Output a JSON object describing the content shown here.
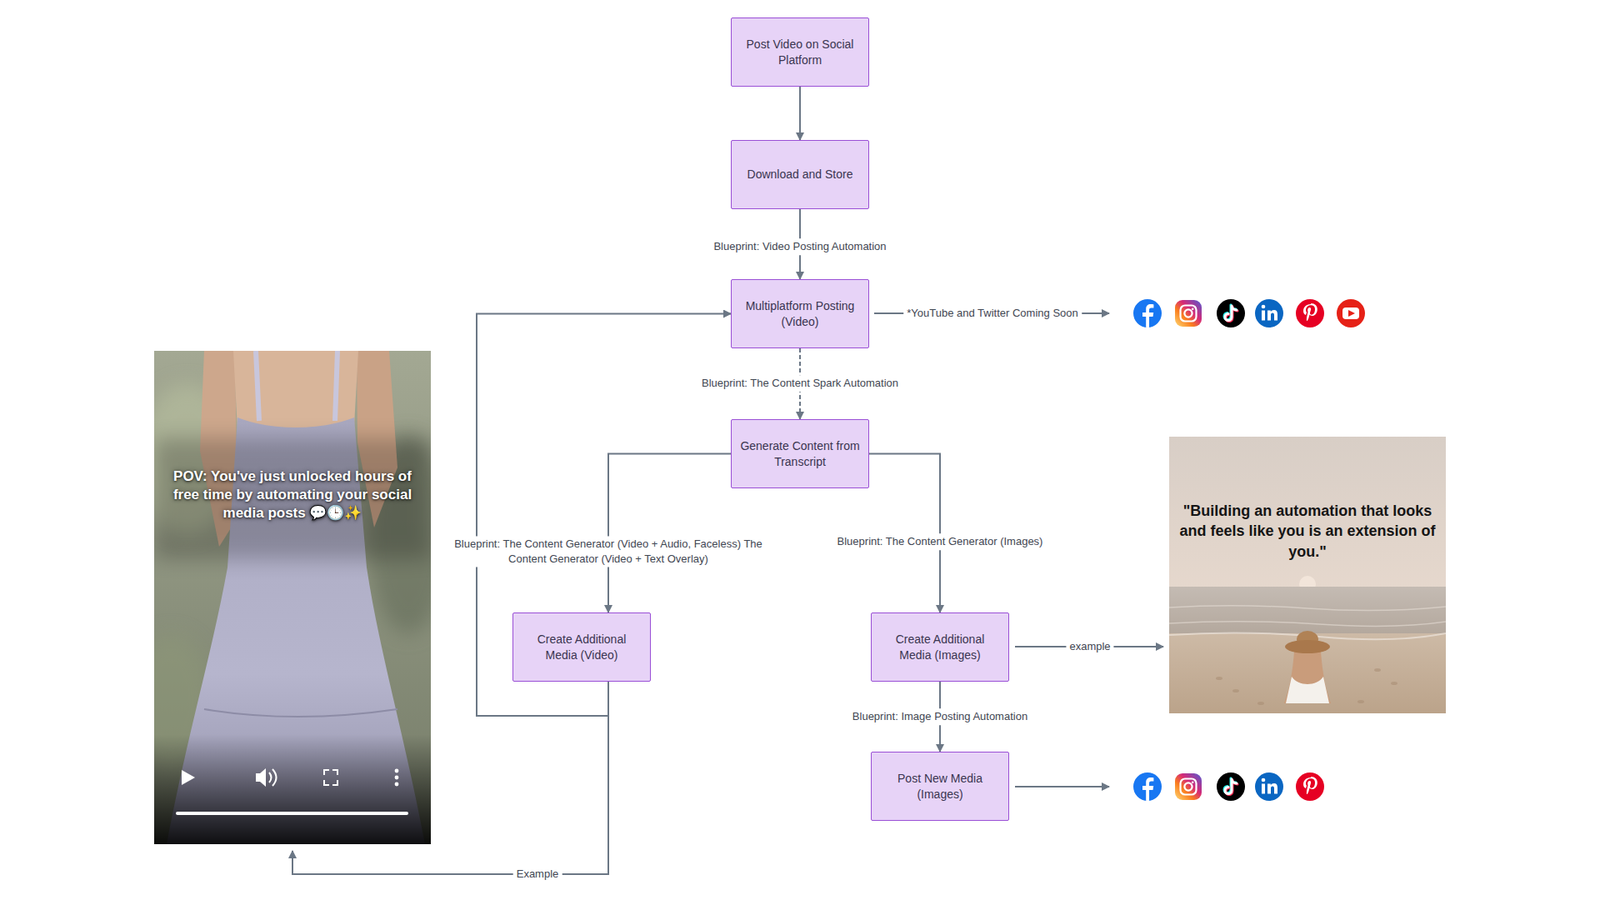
{
  "diagram": {
    "nodes": [
      {
        "text": [
          "Post Video on Social Platform"
        ]
      },
      {
        "text": [
          "Download and Store"
        ]
      },
      {
        "text": [
          "Multiplatform Posting (Video)"
        ]
      },
      {
        "text": [
          "Generate Content from Transcript"
        ]
      },
      {
        "text": [
          "Create Additional Media (Video)"
        ]
      },
      {
        "text": [
          "Create Additional Media (Images)"
        ]
      },
      {
        "text": [
          "Post New Media (Images)"
        ]
      }
    ],
    "edges": [
      {
        "from": 0,
        "to": 1,
        "arrow": "to"
      },
      {
        "from": 1,
        "to": 2,
        "label": "Blueprint: Video Posting Automation",
        "arrow": "to"
      },
      {
        "from": 2,
        "to": 3,
        "label": "Blueprint: The Content Spark Automation",
        "arrow": "to"
      },
      {
        "from": 3,
        "to": 4,
        "label": "Blueprint: The Content Generator (Video + Audio, Faceless) The Content Generator (Video + Text Overlay)",
        "arrow": "to"
      },
      {
        "from": 3,
        "to": 5,
        "label": "Blueprint: The Content Generator (Images)",
        "arrow": "to"
      },
      {
        "from": 4,
        "to": 2,
        "arrow": "to"
      },
      {
        "from": 5,
        "to": 6,
        "label": "Blueprint: Image Posting Automation",
        "arrow": "to"
      }
    ],
    "labels": [
      "*YouTube and Twitter Coming Soon",
      "POV: You've just unlocked hours of free time by automating your social media posts 💬🕒✨",
      "\"Building an automation that looks and feels like you is an extension of you.\"",
      "example",
      "Example"
    ]
  }
}
